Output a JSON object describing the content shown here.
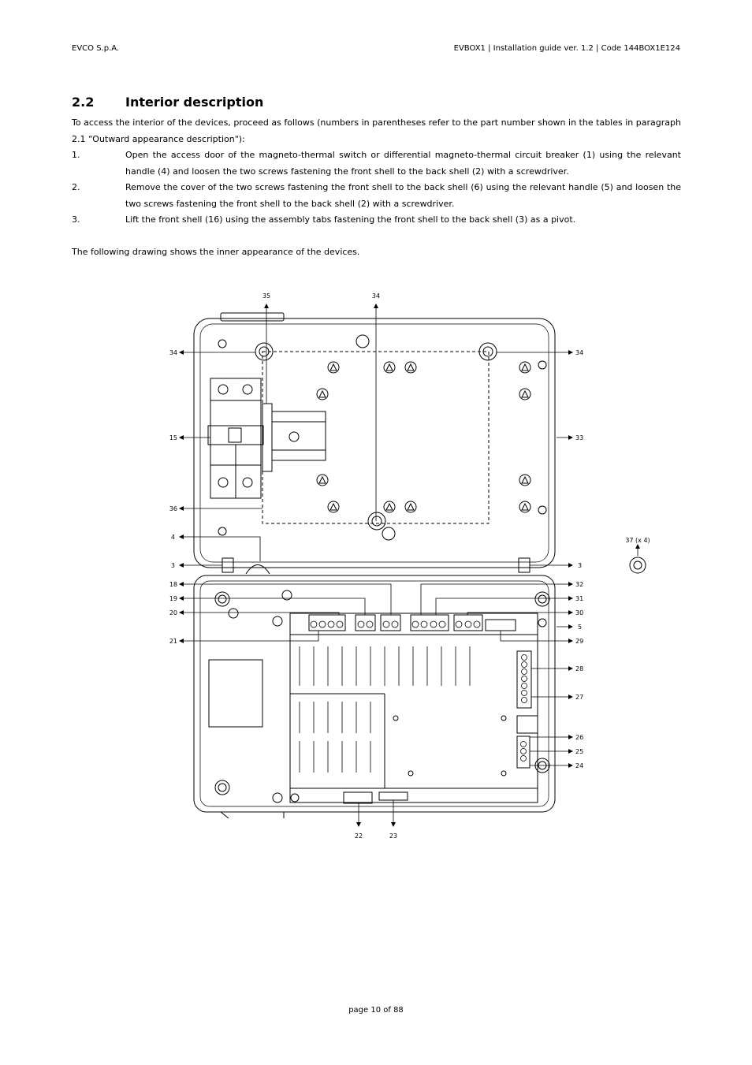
{
  "header": {
    "left": "EVCO S.p.A.",
    "right": "EVBOX1 | Installation guide ver. 1.2 | Code 144BOX1E124"
  },
  "section": {
    "number": "2.2",
    "title": "Interior description"
  },
  "intro": "To access the interior of the devices, proceed as follows (numbers in parentheses refer to the part number shown in the tables in paragraph 2.1 “Outward appearance description\"):",
  "steps": [
    {
      "num": "1.",
      "text": "Open the access door of the magneto-thermal switch or differential magneto-thermal circuit breaker (1)  using the relevant handle (4) and loosen the two screws fastening the front shell to the back shell (2) with a screwdriver."
    },
    {
      "num": "2.",
      "text": "Remove the cover of the two screws fastening the front shell to the back shell (6)  using the relevant handle (5) and loosen the two screws fastening the front shell to the back shell (2) with a screwdriver."
    },
    {
      "num": "3.",
      "text": "Lift the front shell (16) using the assembly tabs fastening the front shell to the back shell (3) as a pivot."
    }
  ],
  "drawing_intro": "The following drawing shows the inner appearance of the devices.",
  "figure": {
    "callouts": {
      "c35": "35",
      "c34top": "34",
      "c34l": "34",
      "c34r": "34",
      "c15": "15",
      "c33": "33",
      "c36": "36",
      "c4": "4",
      "c37": "37 (x 4)",
      "c3l": "3",
      "c3r": "3",
      "c18": "18",
      "c19": "19",
      "c20": "20",
      "c21": "21",
      "c32": "32",
      "c31": "31",
      "c30": "30",
      "c5": "5",
      "c29": "29",
      "c28": "28",
      "c27": "27",
      "c26": "26",
      "c25": "25",
      "c24": "24",
      "c22": "22",
      "c23": "23"
    }
  },
  "footer": "page 10 of 88"
}
